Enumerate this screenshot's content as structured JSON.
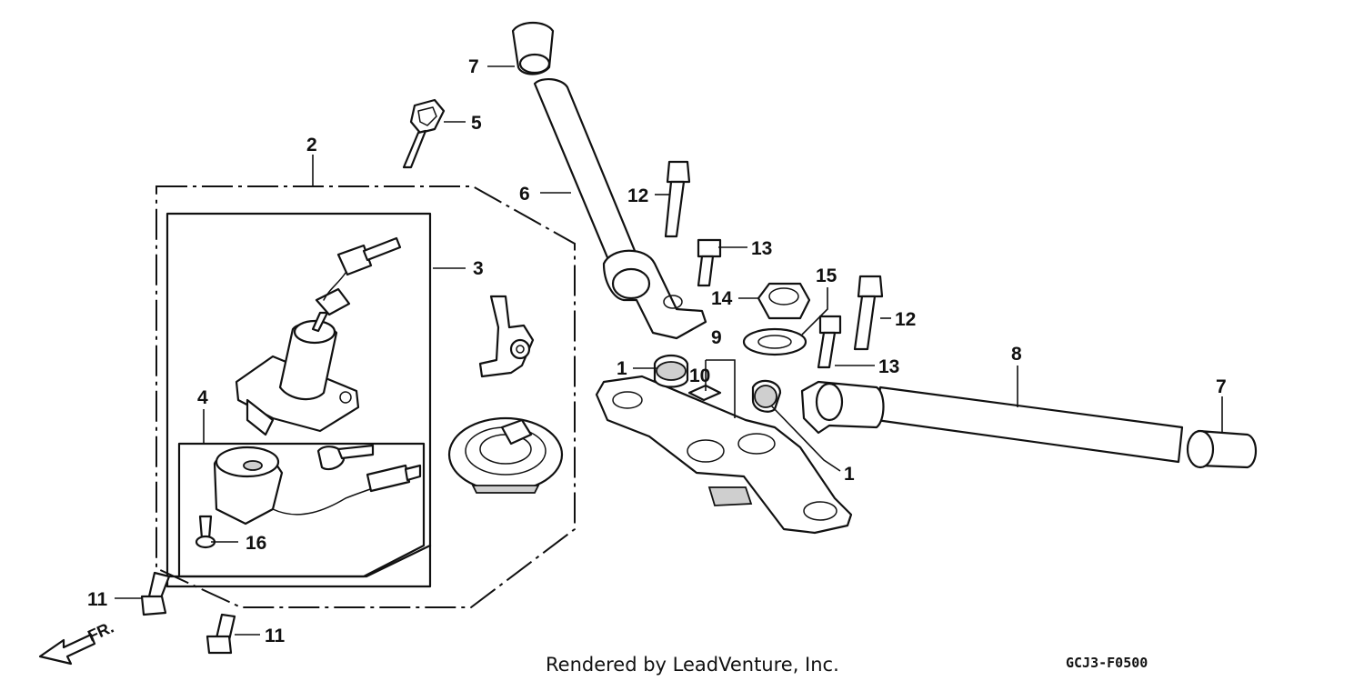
{
  "callouts": {
    "c1a": "1",
    "c1b": "1",
    "c2": "2",
    "c3": "3",
    "c4": "4",
    "c5": "5",
    "c6": "6",
    "c7a": "7",
    "c7b": "7",
    "c8": "8",
    "c9": "9",
    "c10": "10",
    "c11a": "11",
    "c11b": "11",
    "c12a": "12",
    "c12b": "12",
    "c13a": "13",
    "c13b": "13",
    "c14": "14",
    "c15": "15",
    "c16": "16"
  },
  "direction": "FR.",
  "credit": "Rendered by LeadVenture, Inc.",
  "diagram_code": "GCJ3-F0500"
}
